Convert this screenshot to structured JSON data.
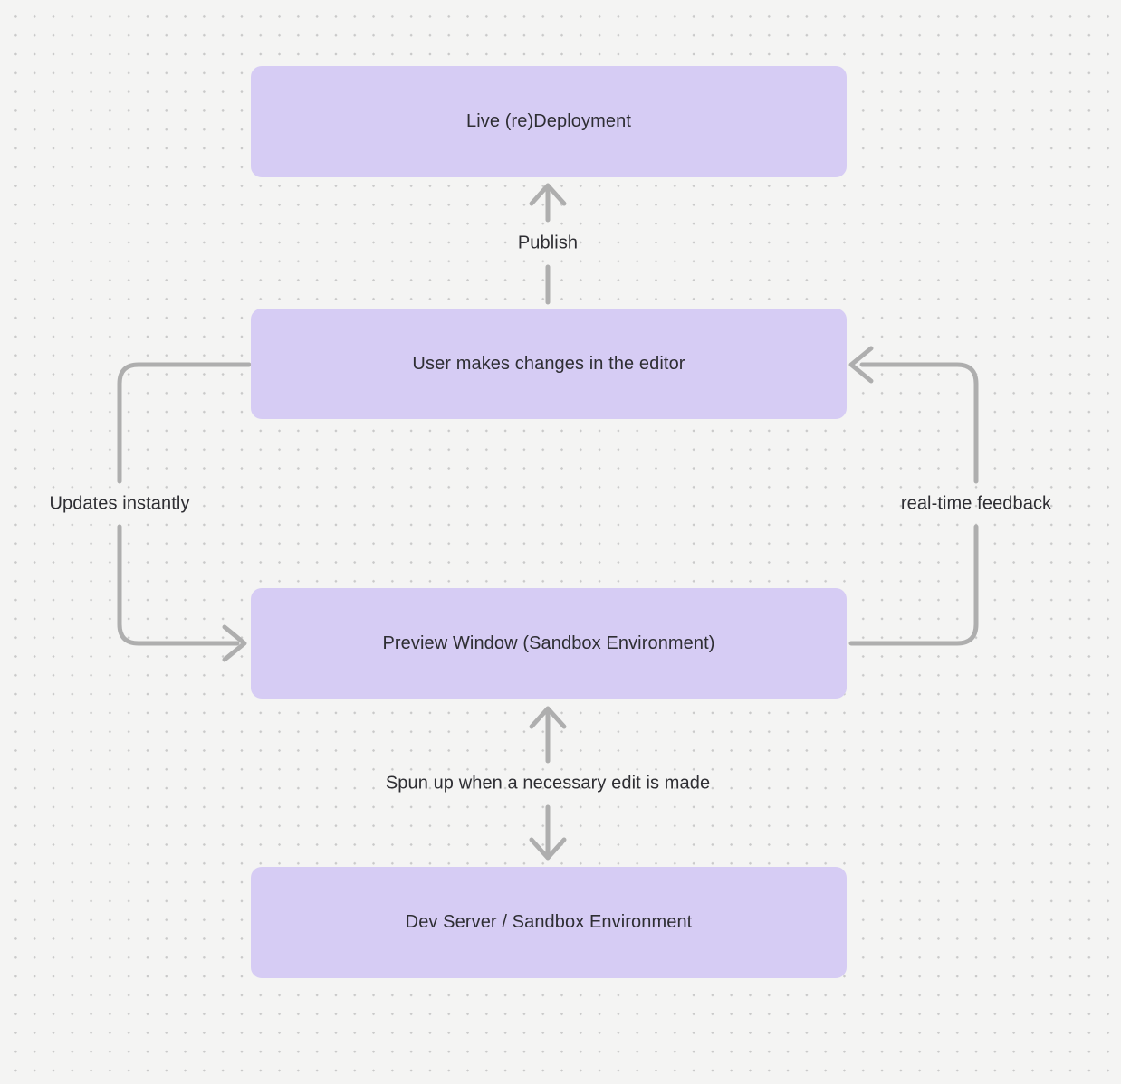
{
  "diagram": {
    "title": "",
    "nodes": [
      {
        "id": "live-redeployment",
        "label": "Live (re)Deployment"
      },
      {
        "id": "editor-changes",
        "label": "User makes changes in the editor"
      },
      {
        "id": "preview-window",
        "label": "Preview Window (Sandbox Environment)"
      },
      {
        "id": "dev-server",
        "label": "Dev Server / Sandbox Environment"
      }
    ],
    "edges": [
      {
        "from": "editor-changes",
        "to": "live-redeployment",
        "label": "Publish",
        "direction": "up"
      },
      {
        "from": "editor-changes",
        "to": "preview-window",
        "label": "Updates instantly",
        "direction": "down-left-loop"
      },
      {
        "from": "preview-window",
        "to": "editor-changes",
        "label": "real-time feedback",
        "direction": "up-right-loop"
      },
      {
        "from": "preview-window",
        "to": "dev-server",
        "label": "Spun up when a necessary edit is made",
        "direction": "bidirectional"
      }
    ],
    "colors": {
      "node_fill": "#d6ccf4",
      "arrow": "#aeaeae",
      "text": "#2e2e33",
      "background": "#f4f4f3",
      "grid_dot": "#c9c9c9"
    }
  }
}
